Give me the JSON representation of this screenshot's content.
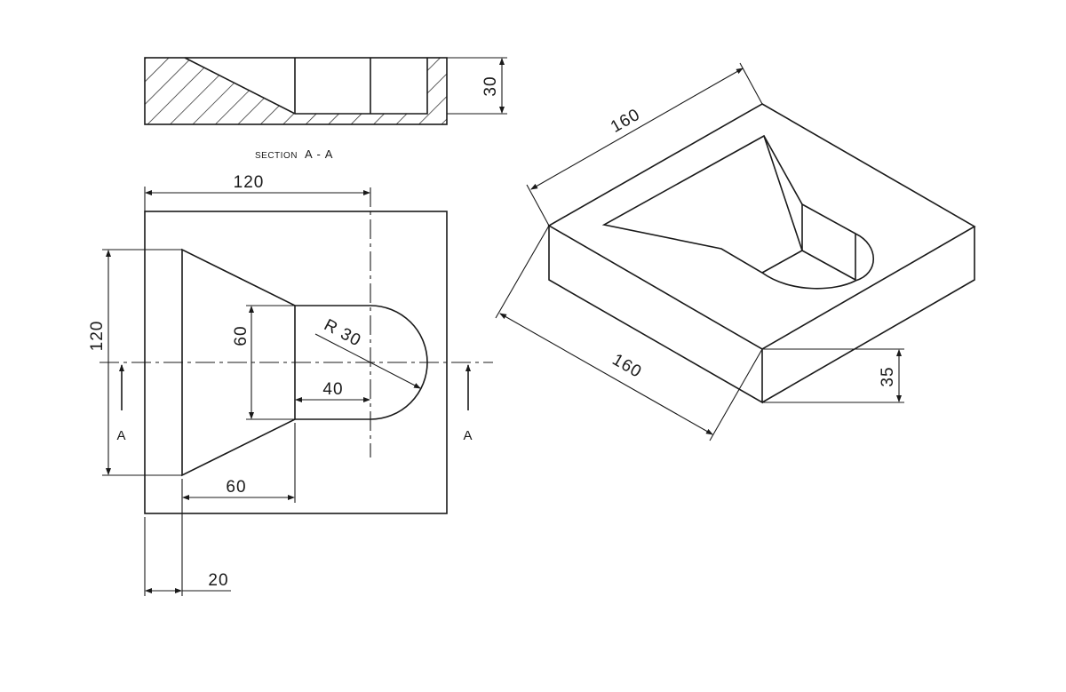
{
  "section_view": {
    "title_prefix": "SECTION",
    "title_suffix": "A - A",
    "height_dim": "30"
  },
  "plan_view": {
    "dim_top_width": "120",
    "dim_left_height": "120",
    "dim_inner_height": "60",
    "dim_radius": "R 30",
    "dim_slot_length": "40",
    "dim_taper_length": "60",
    "dim_offset": "20",
    "section_mark_left": "A",
    "section_mark_right": "A"
  },
  "isometric_view": {
    "dim_back_length": "160",
    "dim_front_length": "160",
    "dim_thickness": "35"
  },
  "colors": {
    "line": "#1a1a1a",
    "background": "#ffffff"
  }
}
